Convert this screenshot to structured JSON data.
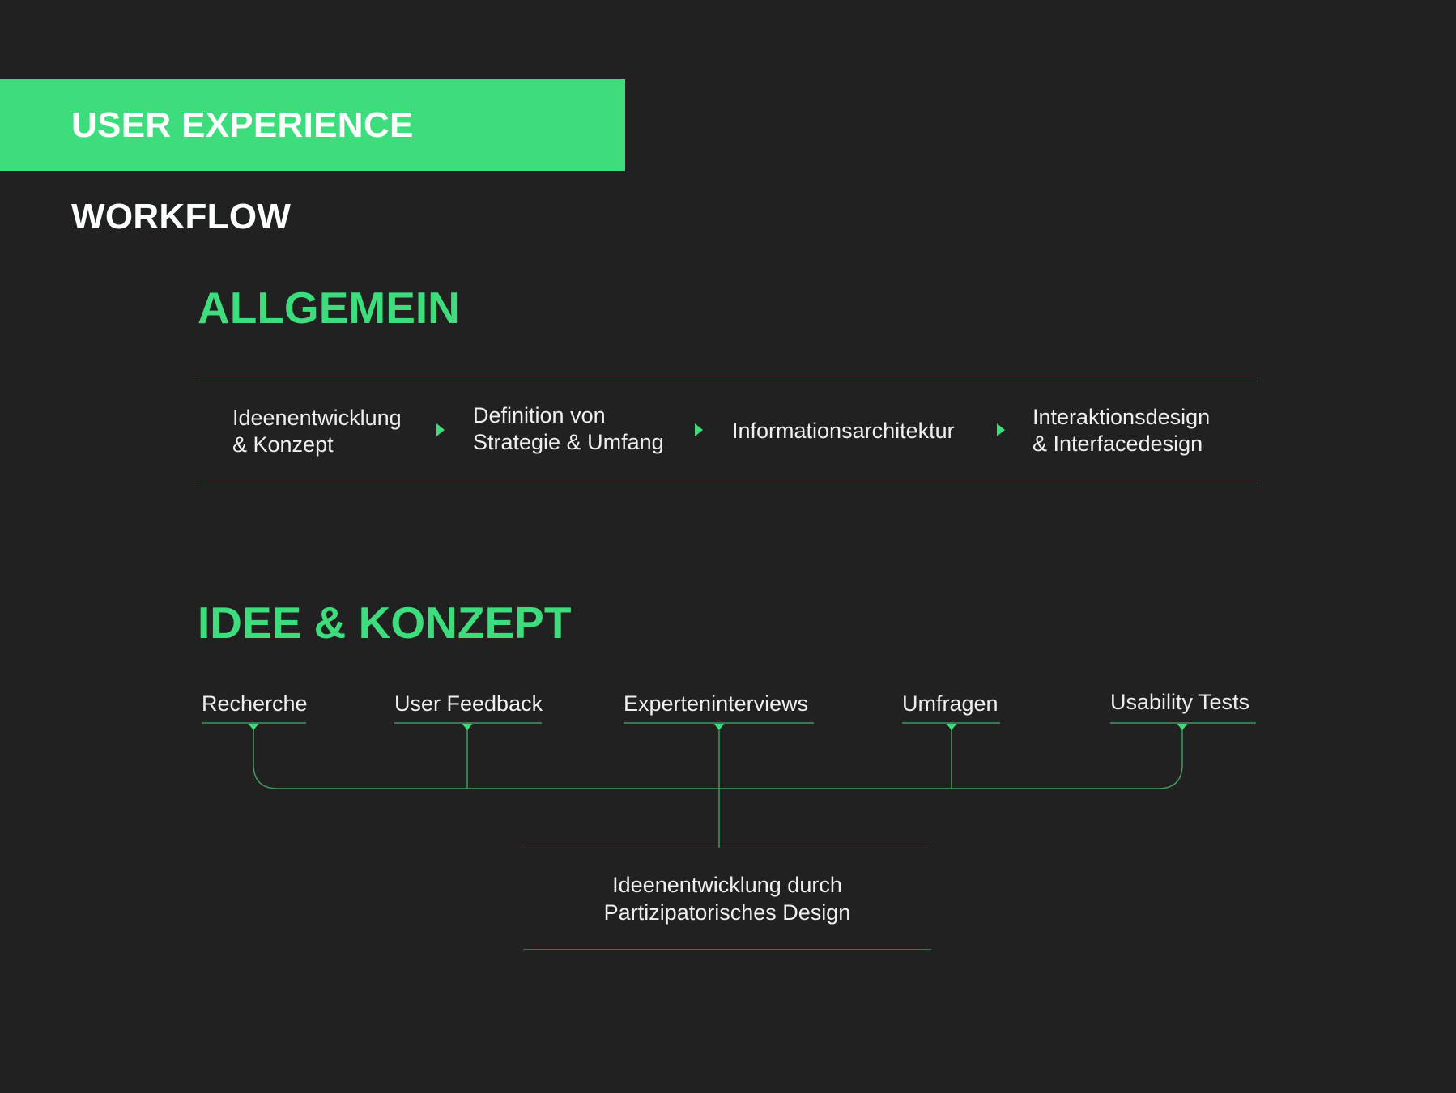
{
  "banner": {
    "title": "USER EXPERIENCE WORKFLOW"
  },
  "section_general": {
    "heading": "ALLGEMEIN",
    "steps": [
      {
        "line1": "Ideenentwicklung",
        "line2": "& Konzept"
      },
      {
        "line1": "Definition von",
        "line2": "Strategie & Umfang"
      },
      {
        "line1": "Informationsarchitektur",
        "line2": ""
      },
      {
        "line1": "Interaktionsdesign",
        "line2": "& Interfacedesign"
      }
    ]
  },
  "section_idea": {
    "heading": "IDEE & KONZEPT",
    "inputs": [
      "Recherche",
      "User Feedback",
      "Experteninterviews",
      "Umfragen",
      "Usability Tests"
    ],
    "result": {
      "line1": "Ideenentwicklung durch",
      "line2": "Partizipatorisches Design"
    }
  },
  "colors": {
    "accent": "#3ddc7c",
    "background": "#212121",
    "line": "#3f7352"
  }
}
